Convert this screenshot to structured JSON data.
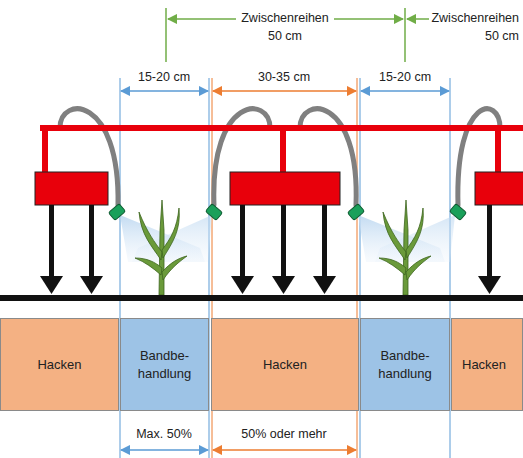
{
  "diagram": {
    "nodes": [
      {
        "text": [
          "Hacken"
        ]
      },
      {
        "text": [
          "Bandbe- handlung"
        ]
      },
      {
        "text": [
          "Hacken"
        ]
      },
      {
        "text": [
          "Bandbe- handlung"
        ]
      },
      {
        "text": [
          "Hacken"
        ]
      }
    ],
    "labels": [
      "Zwischenreihen",
      "50 cm",
      "Zwischenreihen",
      "50 cm",
      "15-20 cm",
      "30-35 cm",
      "15-20 cm",
      "Max. 50%",
      "50% oder mehr"
    ]
  }
}
